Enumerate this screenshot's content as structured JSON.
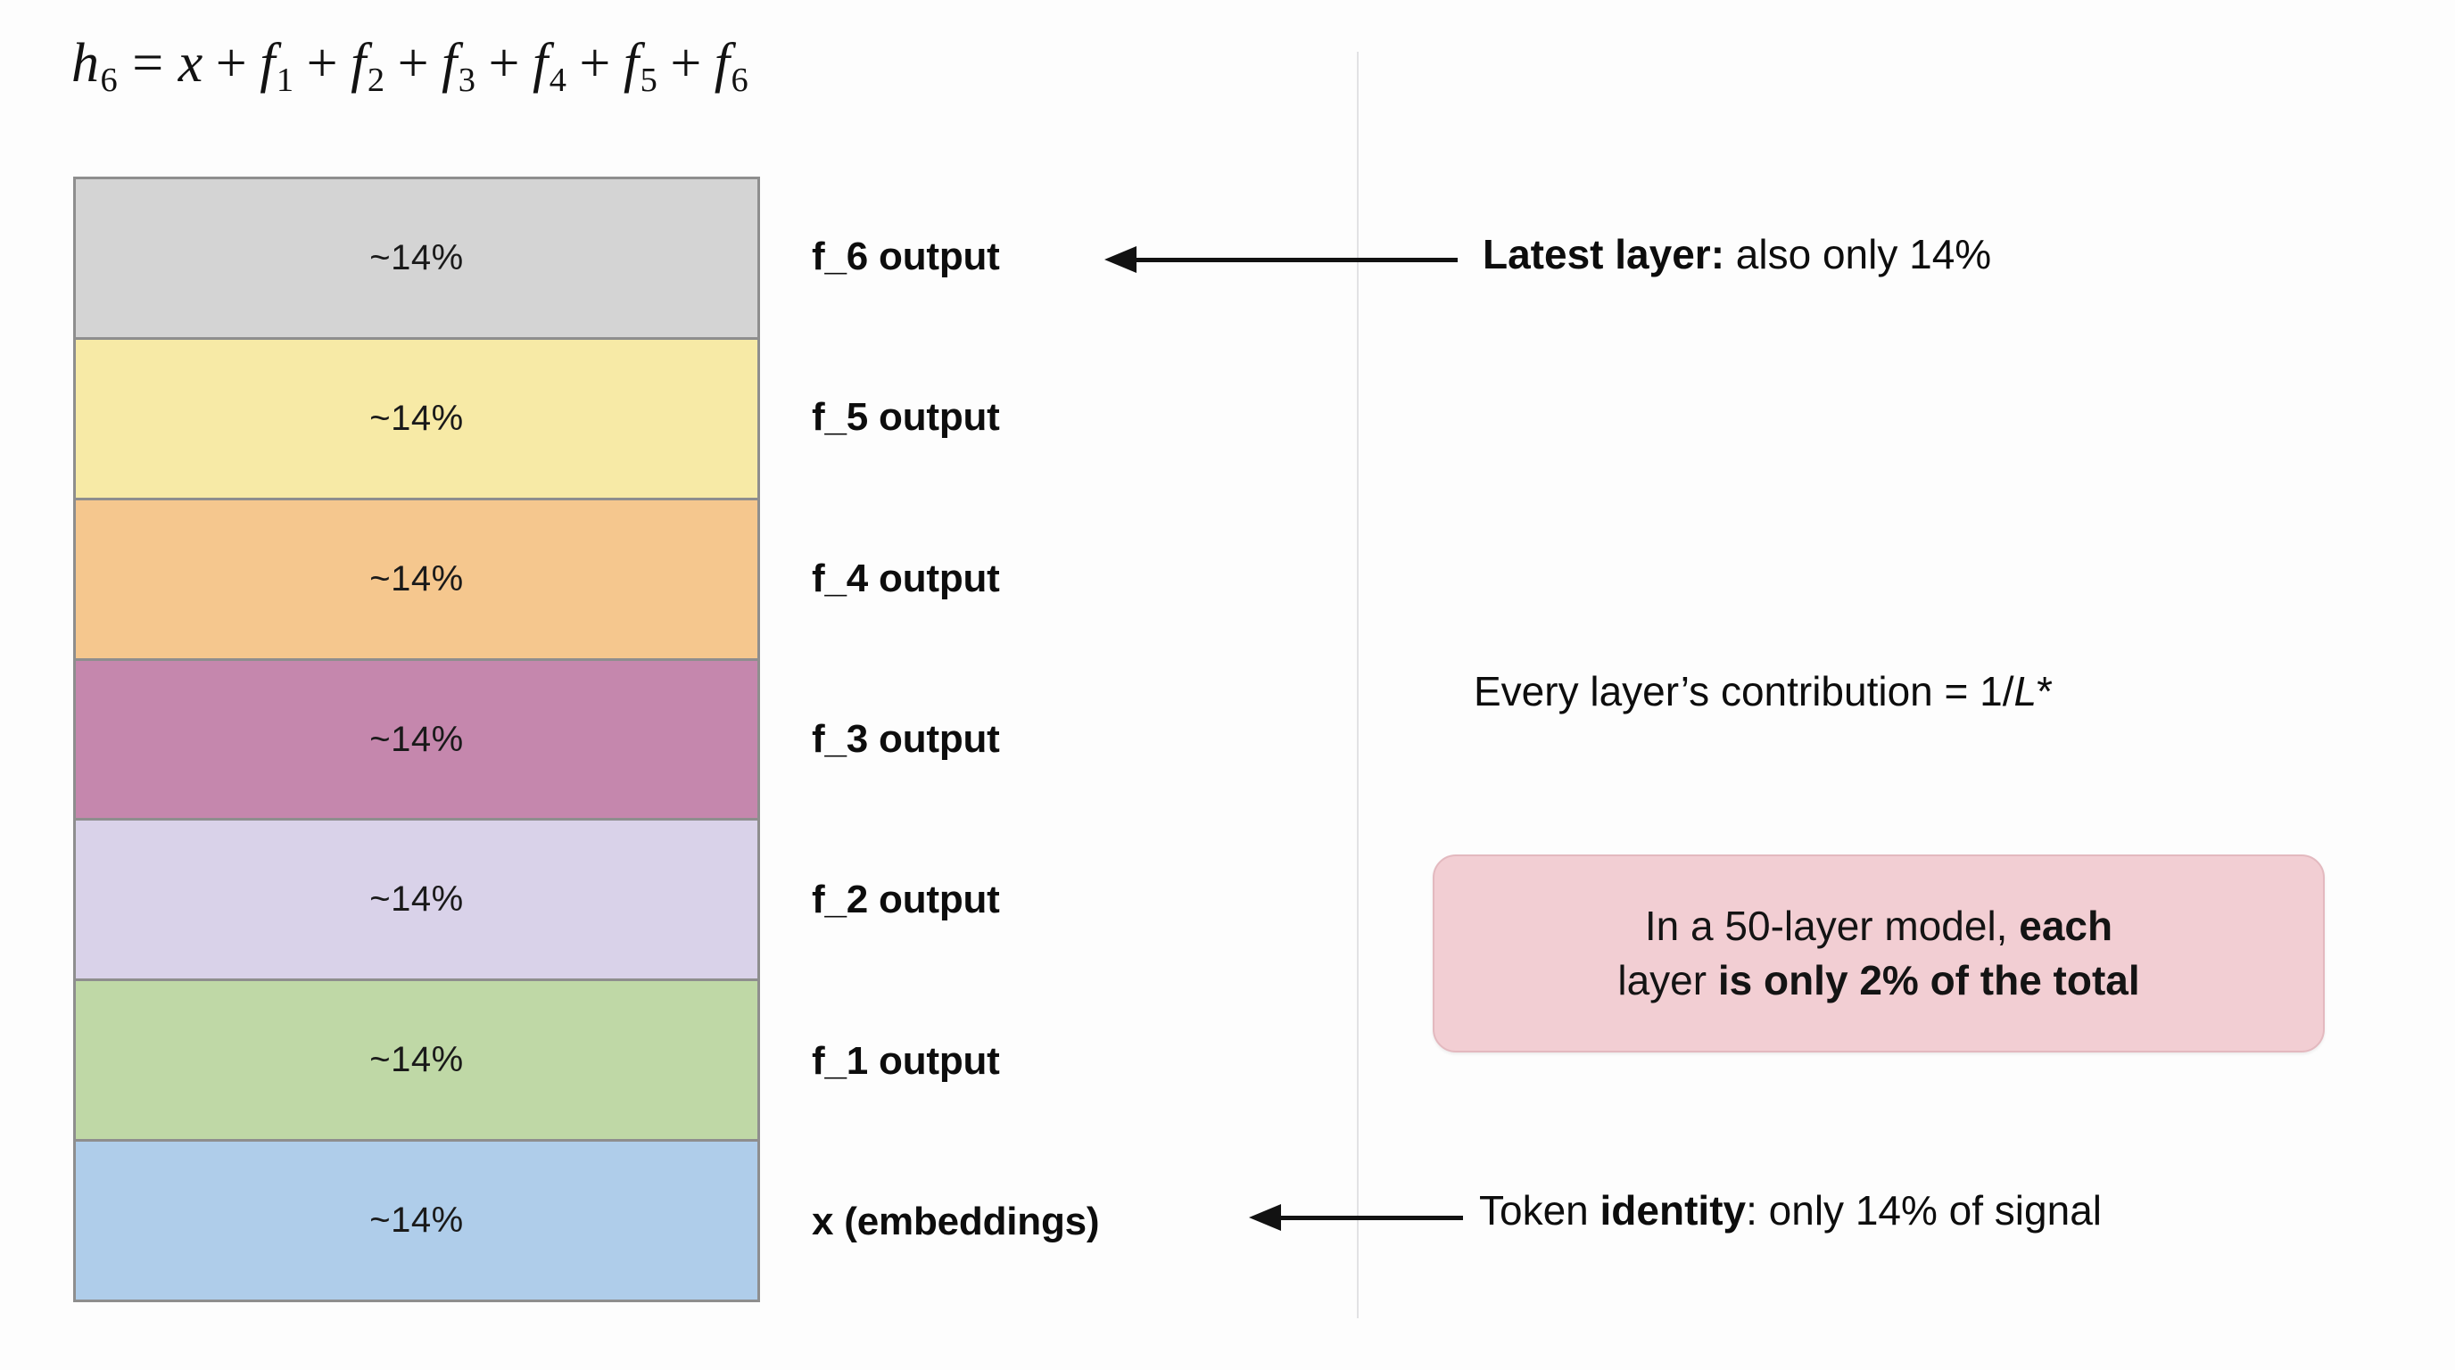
{
  "formula": {
    "lhs_var": "h",
    "lhs_sub": "6",
    "equals": "=",
    "terms": [
      {
        "var": "x",
        "sub": ""
      },
      {
        "var": "f",
        "sub": "1"
      },
      {
        "var": "f",
        "sub": "2"
      },
      {
        "var": "f",
        "sub": "3"
      },
      {
        "var": "f",
        "sub": "4"
      },
      {
        "var": "f",
        "sub": "5"
      },
      {
        "var": "f",
        "sub": "6"
      }
    ],
    "operator": "+",
    "full_text": "h6 = x + f1 + f2 + f3 + f4 + f5 + f6"
  },
  "chart_data": {
    "type": "bar",
    "title": "",
    "orientation": "stacked-vertical",
    "categories": [
      "f_6 output",
      "f_5 output",
      "f_4 output",
      "f_3 output",
      "f_2 output",
      "f_1 output",
      "x (embeddings)"
    ],
    "values": [
      14,
      14,
      14,
      14,
      14,
      14,
      14
    ],
    "value_labels": [
      "~14%",
      "~14%",
      "~14%",
      "~14%",
      "~14%",
      "~14%",
      "~14%"
    ],
    "unit": "%",
    "xlabel": "",
    "ylabel": "",
    "grid": false,
    "legend": "none",
    "colors": [
      "#d4d4d4",
      "#f7eaa6",
      "#f5c78e",
      "#c587ad",
      "#d9d2e9",
      "#bfd8a6",
      "#afcdea"
    ],
    "border_color": "#8e8e8e"
  },
  "bands": [
    {
      "label": "f_6 output",
      "pct": "~14%",
      "color": "#d4d4d4"
    },
    {
      "label": "f_5 output",
      "pct": "~14%",
      "color": "#f7eaa6"
    },
    {
      "label": "f_4 output",
      "pct": "~14%",
      "color": "#f5c78e"
    },
    {
      "label": "f_3 output",
      "pct": "~14%",
      "color": "#c587ad"
    },
    {
      "label": "f_2 output",
      "pct": "~14%",
      "color": "#d9d2e9"
    },
    {
      "label": "f_1 output",
      "pct": "~14%",
      "color": "#bfd8a6"
    },
    {
      "label": "x (embeddings)",
      "pct": "~14%",
      "color": "#afcdea"
    }
  ],
  "annotations": {
    "latest_layer": {
      "bold_prefix": "Latest layer:",
      "rest": " also only 14%",
      "full_text": "Latest layer: also only 14%"
    },
    "token_identity": {
      "prefix": "Token ",
      "bold": "identity",
      "rest": ": only 14% of signal",
      "full_text": "Token identity: only 14% of signal"
    },
    "contribution": {
      "prefix": "Every layer’s contribution = 1/",
      "italic_var": "L",
      "suffix": "*",
      "full_text": "Every layer’s contribution = 1/L*"
    }
  },
  "callout": {
    "line1_prefix": "In a 50-layer model, ",
    "line1_bold": "each",
    "line2_prefix": "layer ",
    "line2_bold": "is only 2% of the total",
    "full_text": "In a 50-layer model, each layer is only 2% of the total",
    "background": "#f2ced3",
    "border": "#e3b9bf"
  },
  "colors": {
    "page_background": "#fdfdfd",
    "divider": "#e2e2e4",
    "text": "#0d0d0d",
    "arrow": "#121212"
  }
}
